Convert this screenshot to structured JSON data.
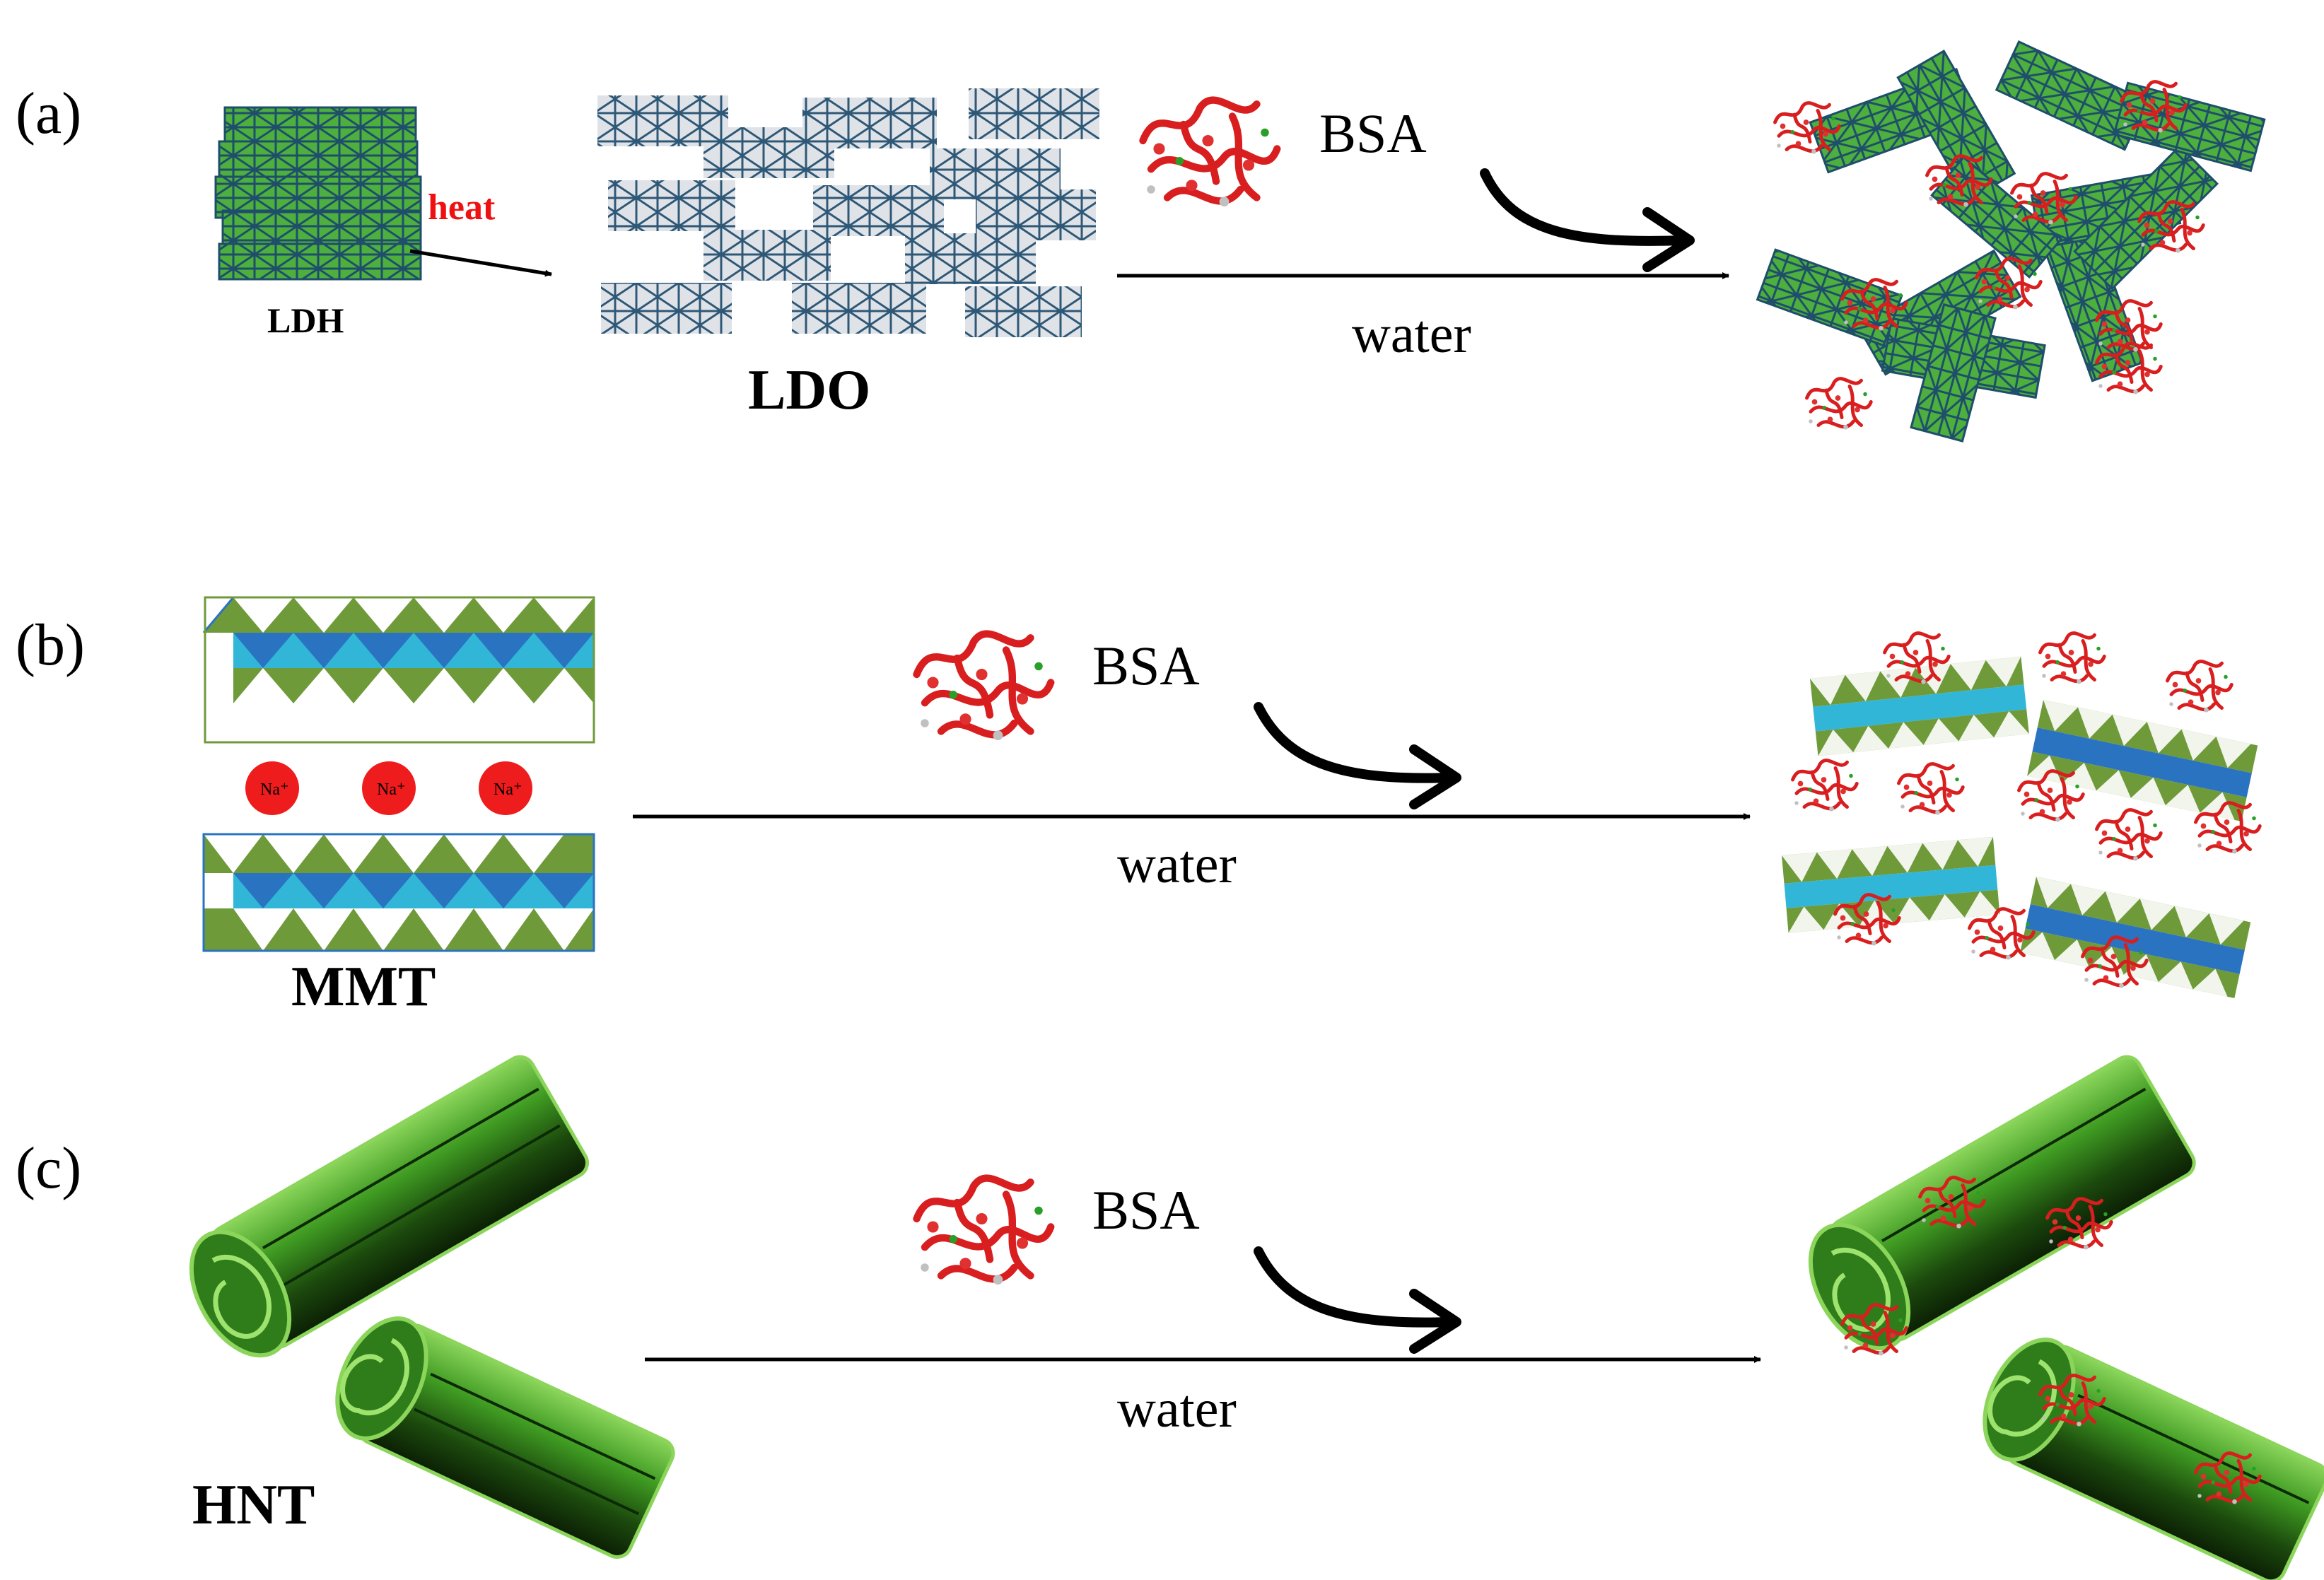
{
  "colors": {
    "ldh_green": "#4caf3e",
    "ldh_edge": "#1f4e6b",
    "ldo_fill": "#dfe3e8",
    "ldo_edge": "#2f5877",
    "mmt_green": "#6f9a3a",
    "mmt_blue_light": "#31b6d8",
    "mmt_blue_dark": "#2a73c0",
    "sodium_red": "#ee1c1c",
    "heat_red": "#ee1111",
    "protein_red": "#d81e1e",
    "tube_green": "#2f7d1a",
    "tube_light": "#8bd55b"
  },
  "panel_a": {
    "label": "(a)",
    "ldh_label": "LDH",
    "heat_label": "heat",
    "ldo_label": "LDO",
    "reagent_label": "BSA",
    "solvent_label": "water"
  },
  "panel_b": {
    "label": "(b)",
    "mmt_label": "MMT",
    "ion_label": "Na⁺",
    "reagent_label": "BSA",
    "solvent_label": "water"
  },
  "panel_c": {
    "label": "(c)",
    "hnt_label": "HNT",
    "reagent_label": "BSA",
    "solvent_label": "water"
  }
}
